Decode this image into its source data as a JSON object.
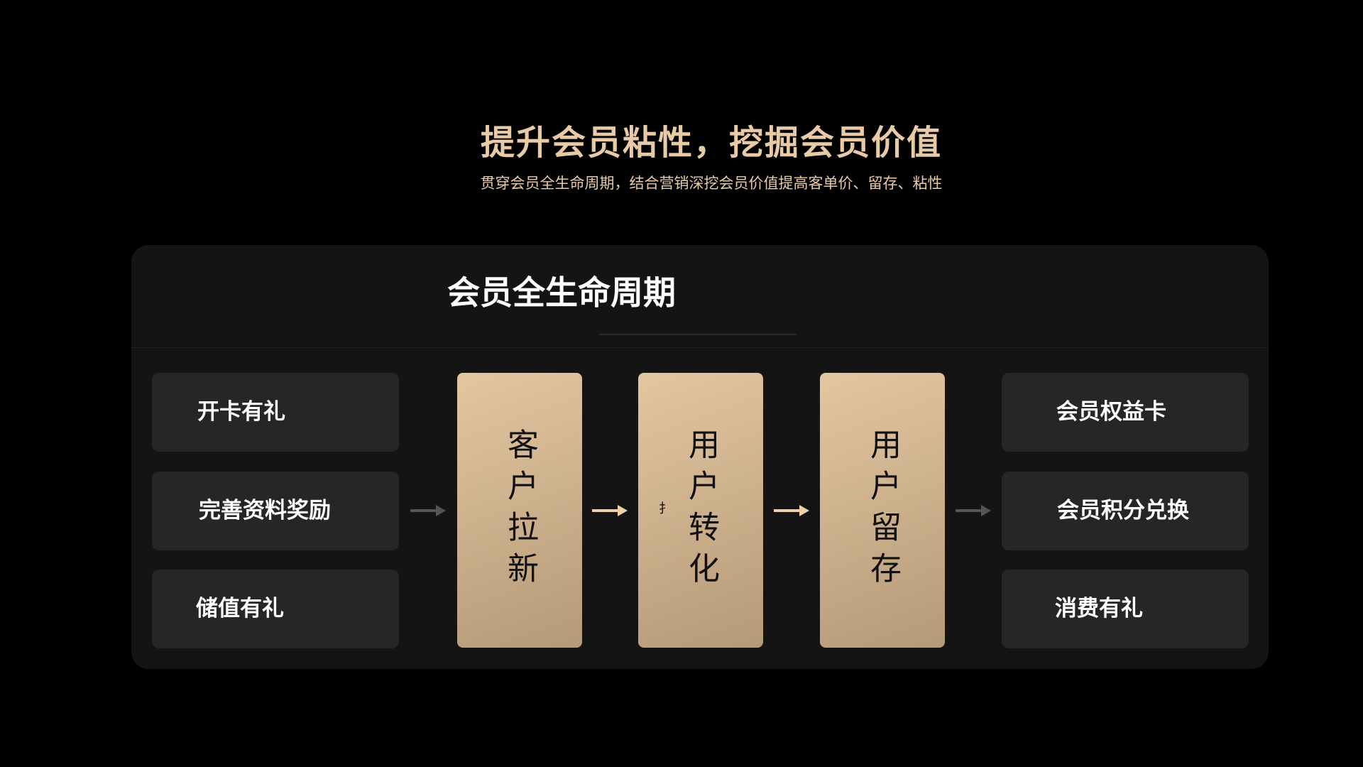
{
  "header": {
    "title": "提升会员粘性，挖掘会员价值",
    "subtitle": "贯穿会员全生命周期，结合营销深挖会员价值提高客单价、留存、粘性"
  },
  "panel": {
    "title": "会员全生命周期"
  },
  "left_items": [
    "开卡有礼",
    "完善资料奖励",
    "储值有礼"
  ],
  "stages": [
    "客户拉新",
    "用户转化",
    "用户留存"
  ],
  "right_items": [
    "会员权益卡",
    "会员积分兑换",
    "消费有礼"
  ],
  "artifact_glyph": "扌",
  "colors": {
    "accent": "#e8cba6",
    "arrow_grey": "#555555",
    "arrow_gold": "#f0cfa6"
  }
}
